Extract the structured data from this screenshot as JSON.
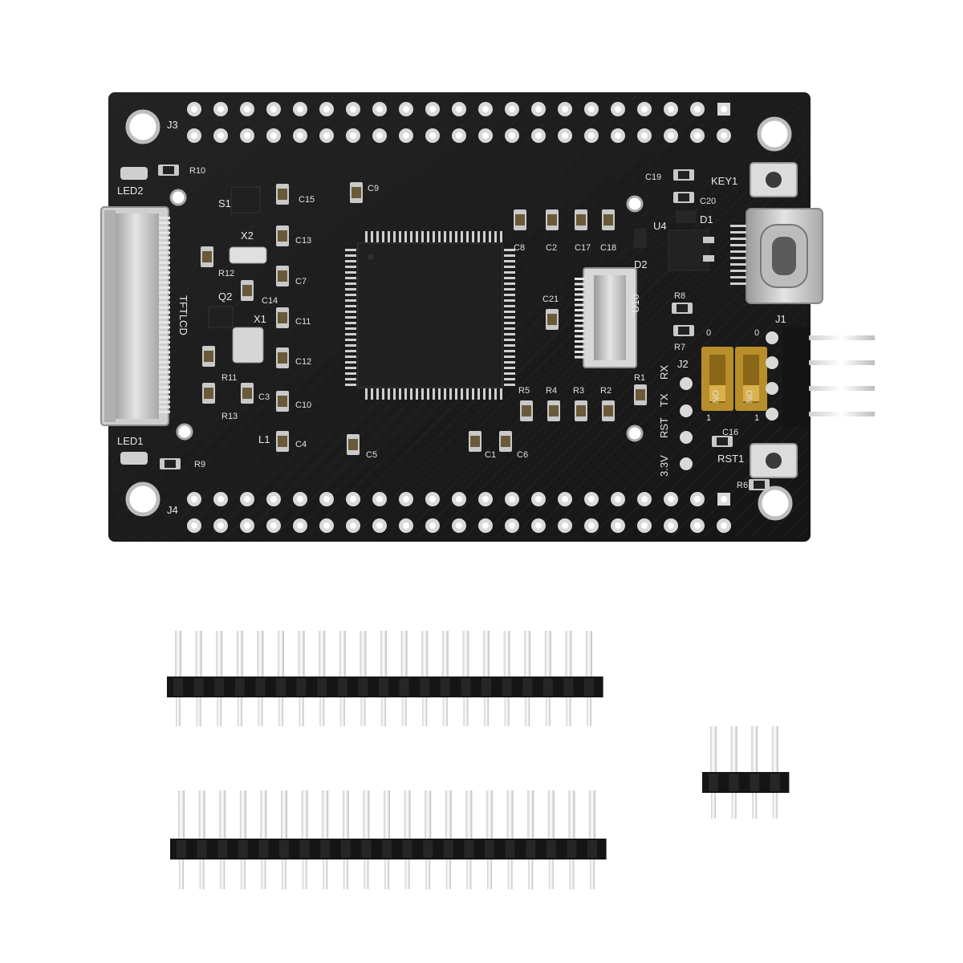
{
  "board": {
    "headers": {
      "top": "J3",
      "bottom": "J4",
      "side": "J1",
      "uart": "J2"
    },
    "leds": [
      "LED2",
      "LED1"
    ],
    "switches": {
      "s1": "S1",
      "key": "KEY1",
      "reset": "RST1"
    },
    "crystals": [
      "X2",
      "X1"
    ],
    "transistor": "Q2",
    "inductor": "L1",
    "diodes": [
      "D1",
      "D2"
    ],
    "regulator": "U4",
    "lcd_connector": "TFTLCD",
    "camera_connector": "U10",
    "uart_pins": [
      "RX",
      "TX",
      "RST",
      "3.3V"
    ],
    "dip_labels": [
      "ON",
      "ON"
    ],
    "dip_marks": [
      "0",
      "0",
      "1",
      "1"
    ],
    "capacitors": [
      "C15",
      "C9",
      "C13",
      "C7",
      "C14",
      "C11",
      "C12",
      "C3",
      "C10",
      "C4",
      "C5",
      "C8",
      "C2",
      "C17",
      "C18",
      "C19",
      "C20",
      "C21",
      "C1",
      "C6",
      "C16"
    ],
    "resistors": [
      "R10",
      "R12",
      "R11",
      "R13",
      "R9",
      "R8",
      "R7",
      "R5",
      "R4",
      "R3",
      "R2",
      "R1",
      "R6"
    ]
  },
  "colors": {
    "pcb": "#1b1b1b",
    "silkscreen": "#e8e8e8",
    "pad": "#d9d9d9",
    "header_plastic": "#141414",
    "pin": "#f2f2f2",
    "dip_switch": "#c99b2e"
  }
}
